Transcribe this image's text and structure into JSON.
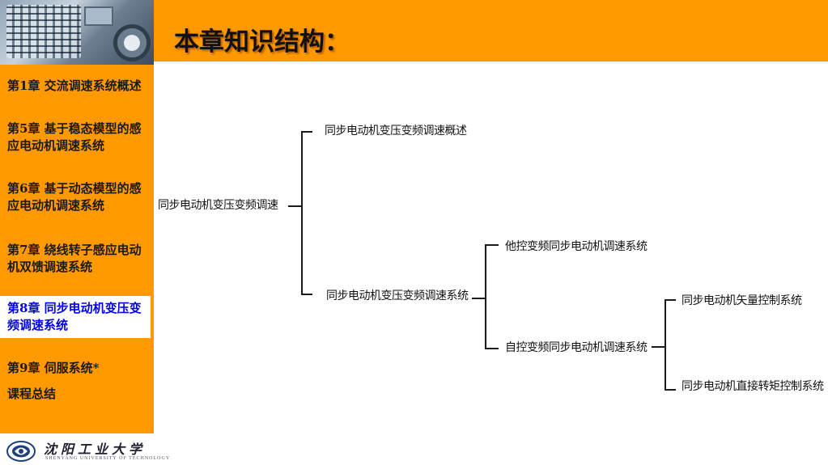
{
  "header": {
    "title": "本章知识结构："
  },
  "sidebar": {
    "items": [
      {
        "label": "第1章  交流调速系统概述"
      },
      {
        "label": "第5章  基于稳态模型的感应电动机调速系统"
      },
      {
        "label": "第6章  基于动态模型的感应电动机调速系统"
      },
      {
        "label": "第7章 绕线转子感应电动机双馈调速系统"
      },
      {
        "label": "第8章 同步电动机变压变频调速系统",
        "active": true
      },
      {
        "label": "第9章 伺服系统*"
      },
      {
        "label": "课程总结"
      }
    ],
    "logo": {
      "name": "沈阳工业大学",
      "subtitle": "SHENYANG UNIVERSITY OF TECHNOLOGY"
    }
  },
  "diagram": {
    "root": "同步电动机变压变频调速",
    "level1": [
      "同步电动机变压变频调速概述",
      "同步电动机变压变频调速系统"
    ],
    "level2": [
      "他控变频同步电动机调速系统",
      "自控变频同步电动机调速系统"
    ],
    "level3": [
      "同步电动机矢量控制系统",
      "同步电动机直接转矩控制系统"
    ]
  },
  "colors": {
    "accent": "#ff9900",
    "active_text": "#0000ee",
    "line": "#1a1a1a"
  }
}
